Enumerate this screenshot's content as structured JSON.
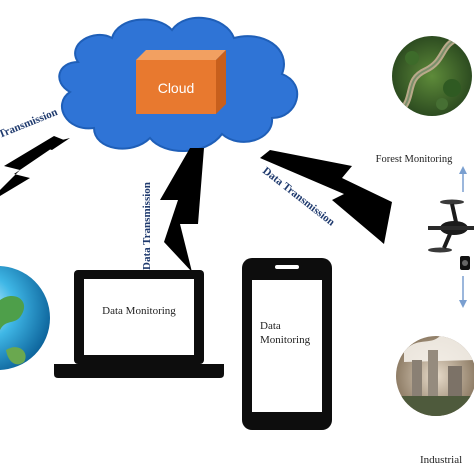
{
  "cloud": {
    "label": "Cloud",
    "fill": "#2f74d6",
    "box_color": "#e8792f"
  },
  "links": {
    "left": "Transmission",
    "middle": "Data Transmission",
    "right": "Data Transmission"
  },
  "devices": {
    "laptop": {
      "label": "Data Monitoring"
    },
    "tablet": {
      "label_line1": "Data",
      "label_line2": "Monitoring"
    }
  },
  "sensors": {
    "forest": {
      "label": "Forest Monitoring"
    },
    "industrial": {
      "label": "Industrial"
    }
  },
  "colors": {
    "bolt": "#000000",
    "label_blue": "#1f3a6e",
    "arrow": "#7a9fd0"
  }
}
